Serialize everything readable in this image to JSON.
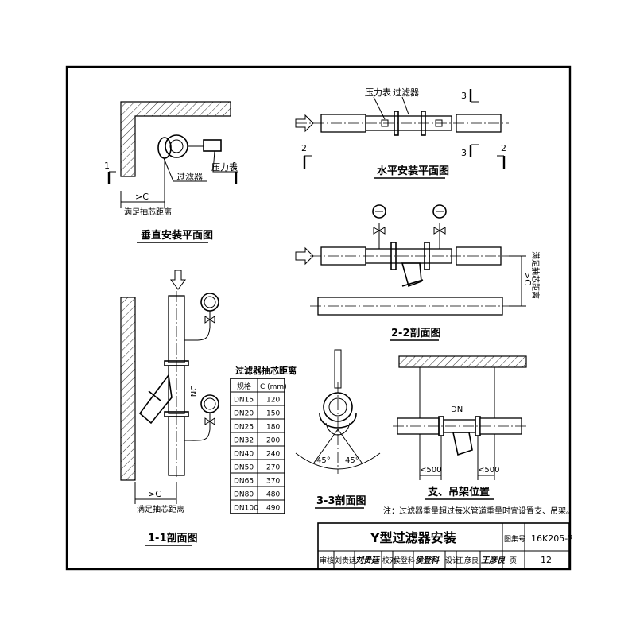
{
  "plan_vertical": {
    "title": "垂直安装平面图",
    "filter_label": "过滤器",
    "gauge_label": "压力表",
    "dim_label": ">C",
    "clearance_label": "满足抽芯距离",
    "section_mark": "1"
  },
  "plan_horizontal": {
    "title": "水平安装平面图",
    "gauge_label": "压力表",
    "filter_label": "过滤器",
    "mark_2": "2",
    "mark_3": "3"
  },
  "section_2_2": {
    "title": "2-2剖面图",
    "dim_label": ">C",
    "clearance_label": "满足抽芯距离"
  },
  "section_1_1": {
    "title": "1-1剖面图",
    "dn_label": "DN",
    "dim_label": ">C",
    "clearance_label": "满足抽芯距离"
  },
  "section_3_3": {
    "title": "3-3剖面图",
    "angle_left": "45°",
    "angle_right": "45°"
  },
  "support": {
    "title": "支、吊架位置",
    "dn_label": "DN",
    "dim_left": "<500",
    "dim_right": "<500"
  },
  "table": {
    "title": "过滤器抽芯距离",
    "headers": [
      "规格",
      "C (mm)"
    ],
    "rows": [
      [
        "DN15",
        "120"
      ],
      [
        "DN20",
        "150"
      ],
      [
        "DN25",
        "180"
      ],
      [
        "DN32",
        "200"
      ],
      [
        "DN40",
        "240"
      ],
      [
        "DN50",
        "270"
      ],
      [
        "DN65",
        "370"
      ],
      [
        "DN80",
        "480"
      ],
      [
        "DN100",
        "490"
      ]
    ]
  },
  "note": "注：过滤器重量超过每米管道重量时宜设置支、吊架。",
  "title_block": {
    "title": "Y型过滤器安装",
    "atlas_label": "图集号",
    "atlas_no": "16K205-2",
    "review_label": "审核",
    "review_name": "刘贵廷",
    "review_sign": "刘贵廷",
    "check_label": "校对",
    "check_name": "侯登科",
    "check_sign": "侯登科",
    "design_label": "设计",
    "design_name": "王彦良",
    "design_sign": "王彦良",
    "page_label": "页",
    "page_no": "12"
  }
}
